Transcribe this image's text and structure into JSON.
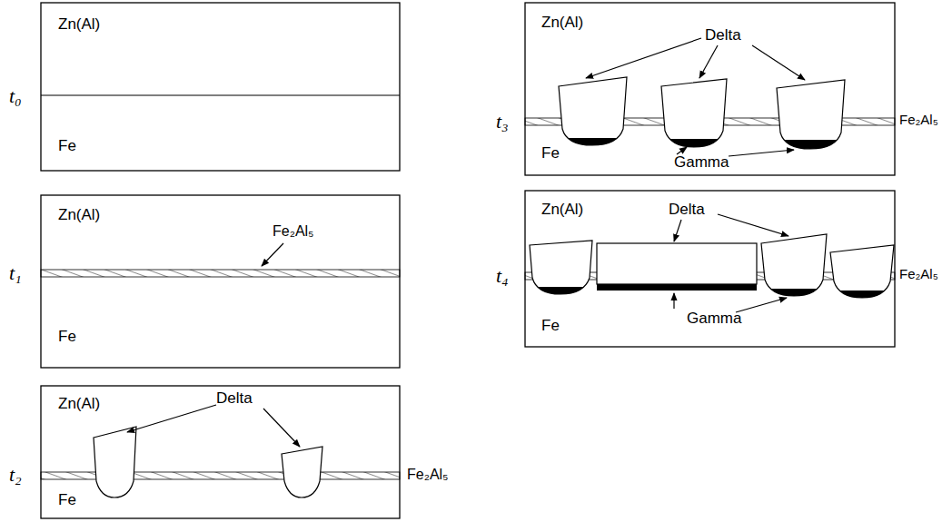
{
  "diagram": {
    "labels": [
      "t₀",
      "Zn(Al)",
      "Fe",
      "t₁",
      "Zn(Al)",
      "Fe₂Al₅",
      "Fe",
      "t₂",
      "Zn(Al)",
      "Delta",
      "Fe₂Al₅",
      "Fe",
      "t₃",
      "Zn(Al)",
      "Delta",
      "Fe₂Al₅",
      "Fe",
      "Gamma",
      "t₄",
      "Zn(Al)",
      "Delta",
      "Fe₂Al₅",
      "Fe",
      "Gamma"
    ]
  }
}
